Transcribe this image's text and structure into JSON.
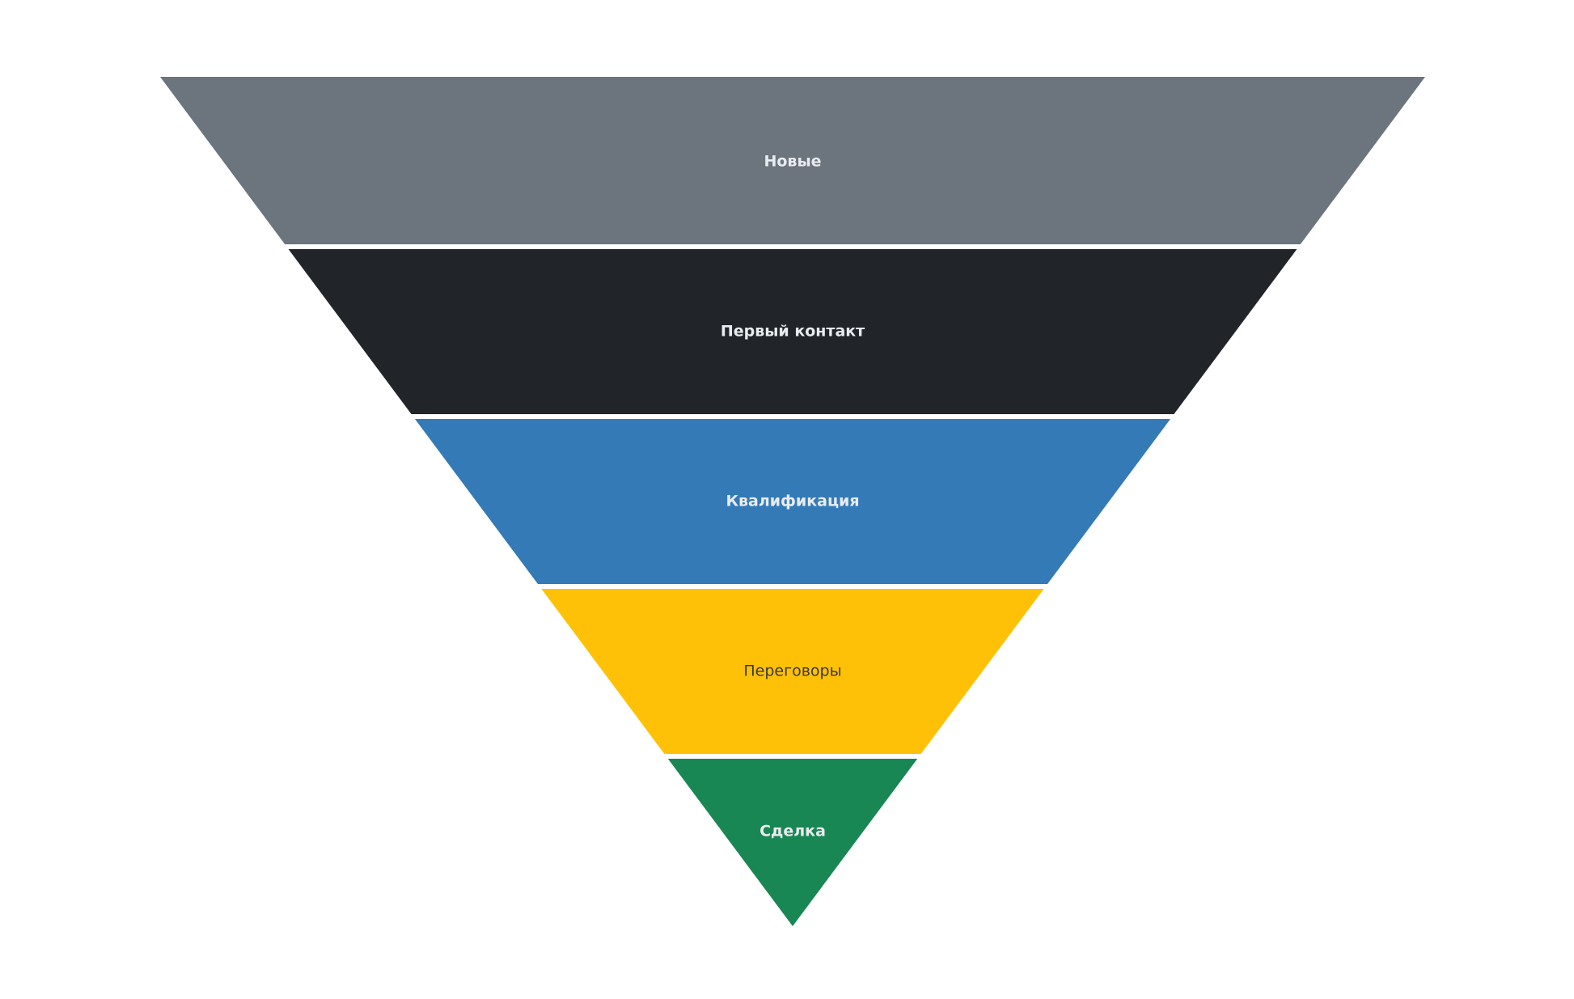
{
  "funnel": {
    "stages": [
      {
        "label": "Новые",
        "color": "#6c757d",
        "text_color": "#e9ecef"
      },
      {
        "label": "Первый контакт",
        "color": "#212529",
        "text_color": "#e9ecef"
      },
      {
        "label": "Квалификация",
        "color": "#337ab7",
        "text_color": "#ffffff"
      },
      {
        "label": "Переговоры",
        "color": "#ffc107",
        "text_color": "#3a3a3a"
      },
      {
        "label": "Сделка",
        "color": "#198754",
        "text_color": "#ffffff"
      }
    ]
  }
}
